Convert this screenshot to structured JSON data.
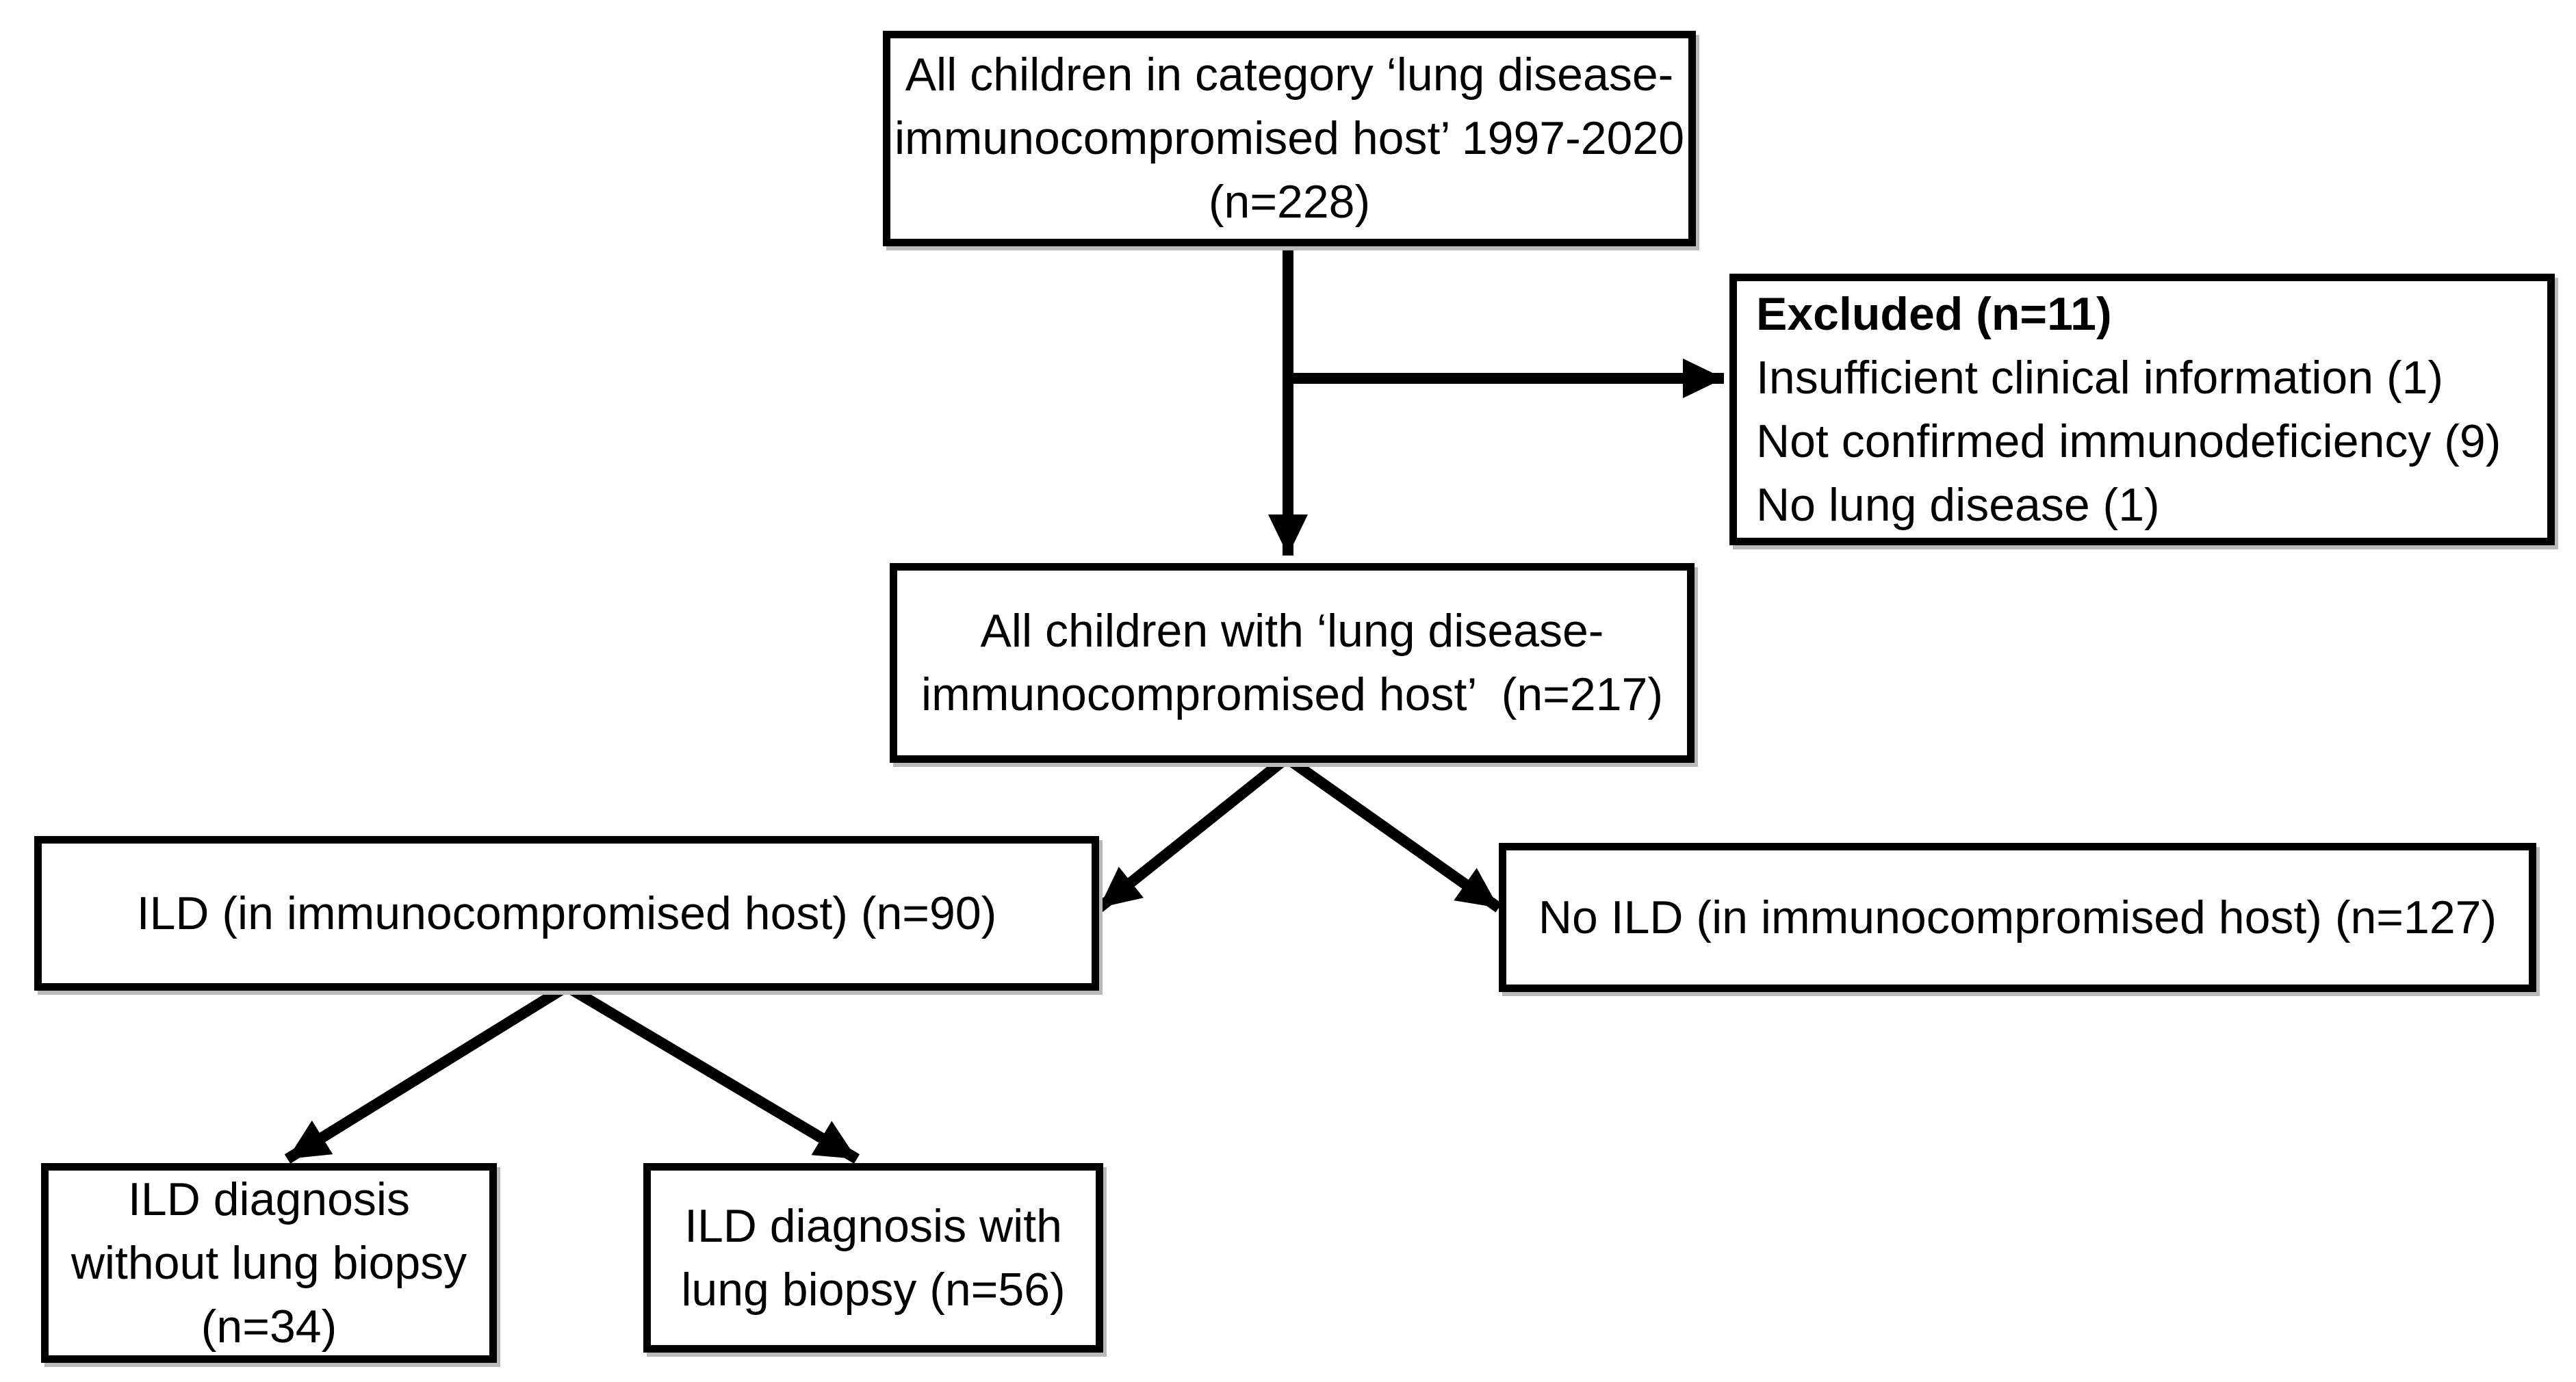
{
  "diagram": {
    "kind": "patient-flow-chart",
    "colors": {
      "box_border": "#000000",
      "box_fill": "#ffffff",
      "arrow": "#000000",
      "shadow": "#b9b9b9"
    },
    "boxes": {
      "source": {
        "lines": [
          "All children in category ‘lung disease-",
          "immunocompromised host’ 1997-2020",
          "(n=228)"
        ]
      },
      "excluded": {
        "title": "Excluded (n=11)",
        "items": [
          "Insufficient clinical information (1)",
          "Not confirmed immunodeficiency (9)",
          "No lung disease (1)"
        ]
      },
      "included": {
        "lines": [
          "All children with ‘lung disease-",
          "immunocompromised host’  (n=217)"
        ]
      },
      "ild": {
        "label": "ILD (in immunocompromised host) (n=90)"
      },
      "no_ild": {
        "label": "No ILD (in immunocompromised host) (n=127)"
      },
      "ild_without_biopsy": {
        "lines": [
          "ILD diagnosis",
          "without lung biopsy",
          "(n=34)"
        ]
      },
      "ild_with_biopsy": {
        "lines": [
          "ILD diagnosis with",
          "lung biopsy (n=56)"
        ]
      }
    },
    "edges": [
      {
        "from": "source",
        "to": "included"
      },
      {
        "from": "source",
        "to": "excluded"
      },
      {
        "from": "included",
        "to": "ild"
      },
      {
        "from": "included",
        "to": "no_ild"
      },
      {
        "from": "ild",
        "to": "ild_without_biopsy"
      },
      {
        "from": "ild",
        "to": "ild_with_biopsy"
      }
    ]
  }
}
